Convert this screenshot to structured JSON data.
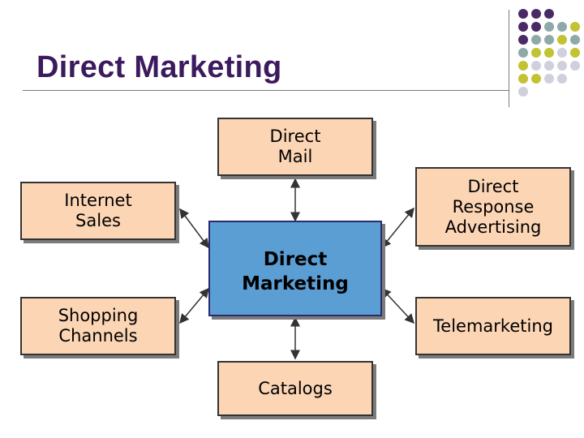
{
  "slide": {
    "title": "Direct Marketing"
  },
  "diagram": {
    "center_label": "Direct\nMarketing",
    "nodes": {
      "direct_mail": "Direct\nMail",
      "internet_sales": "Internet\nSales",
      "direct_response": "Direct\nResponse\nAdvertising",
      "shopping_channels": "Shopping\nChannels",
      "telemarketing": "Telemarketing",
      "catalogs": "Catalogs"
    }
  },
  "colors": {
    "title": "#3b1a5e",
    "node_fill": "#fcd5b5",
    "center_fill": "#5b9ed4",
    "dot_purple": "#4a2a66",
    "dot_teal": "#8fa8a8",
    "dot_olive": "#c2c232",
    "dot_lavender": "#d0d0dc"
  }
}
